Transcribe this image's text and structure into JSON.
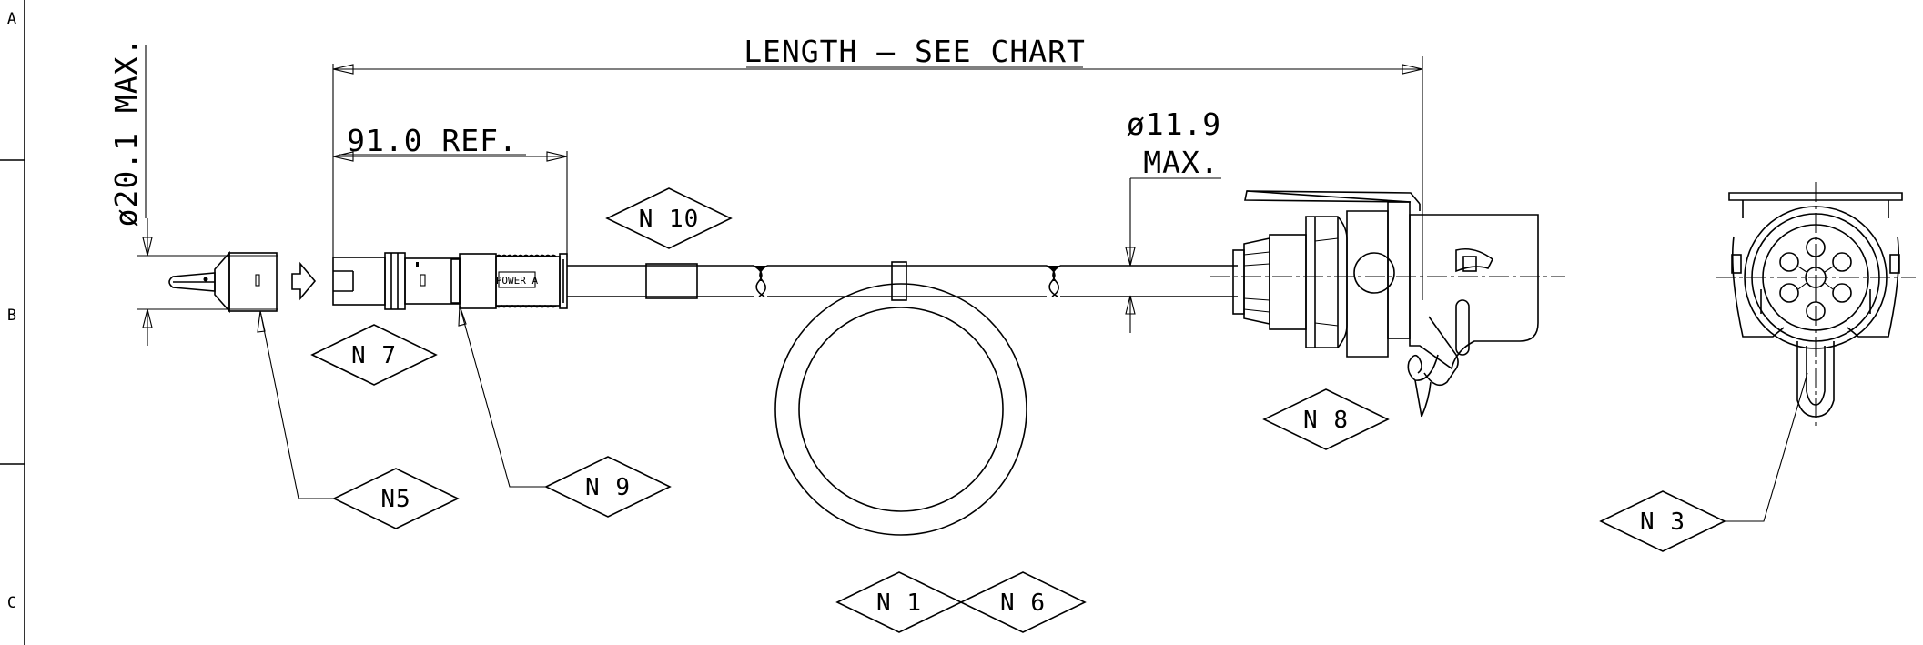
{
  "border": {
    "zones": [
      "A",
      "B",
      "C"
    ]
  },
  "dimensions": {
    "length": "LENGTH – SEE CHART",
    "ref": "91.0 REF.",
    "dia_max_head": "ø20.1 MAX.",
    "dia_cable": "ø11.9",
    "dia_cable_max": "MAX."
  },
  "callouts": {
    "n1": "N 1",
    "n3": "N 3",
    "n5": "N5",
    "n6": "N 6",
    "n7": "N 7",
    "n8": "N 8",
    "n9": "N 9",
    "n10": "N 10"
  },
  "part_labels": {
    "boot": "POWER A"
  }
}
